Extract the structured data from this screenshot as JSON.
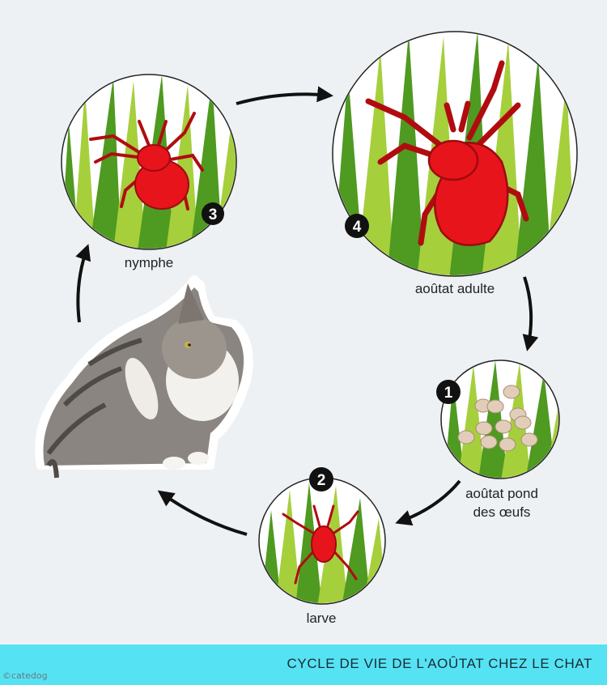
{
  "stages": [
    {
      "step": "1",
      "label_lines": [
        "aoûtat pond",
        "des œufs"
      ]
    },
    {
      "step": "2",
      "label_lines": [
        "larve"
      ]
    },
    {
      "step": "3",
      "label_lines": [
        "nymphe"
      ]
    },
    {
      "step": "4",
      "label_lines": [
        "aoûtat adulte"
      ]
    }
  ],
  "footer": {
    "title": "CYCLE DE VIE DE L'AOÛTAT CHEZ LE CHAT"
  },
  "credit": "©catedog",
  "colors": {
    "mite": "#e8141b",
    "grass_light": "#a6cf3c",
    "grass_dark": "#4f9a20",
    "egg": "#e2cdb9",
    "banner": "#55e3f4"
  }
}
